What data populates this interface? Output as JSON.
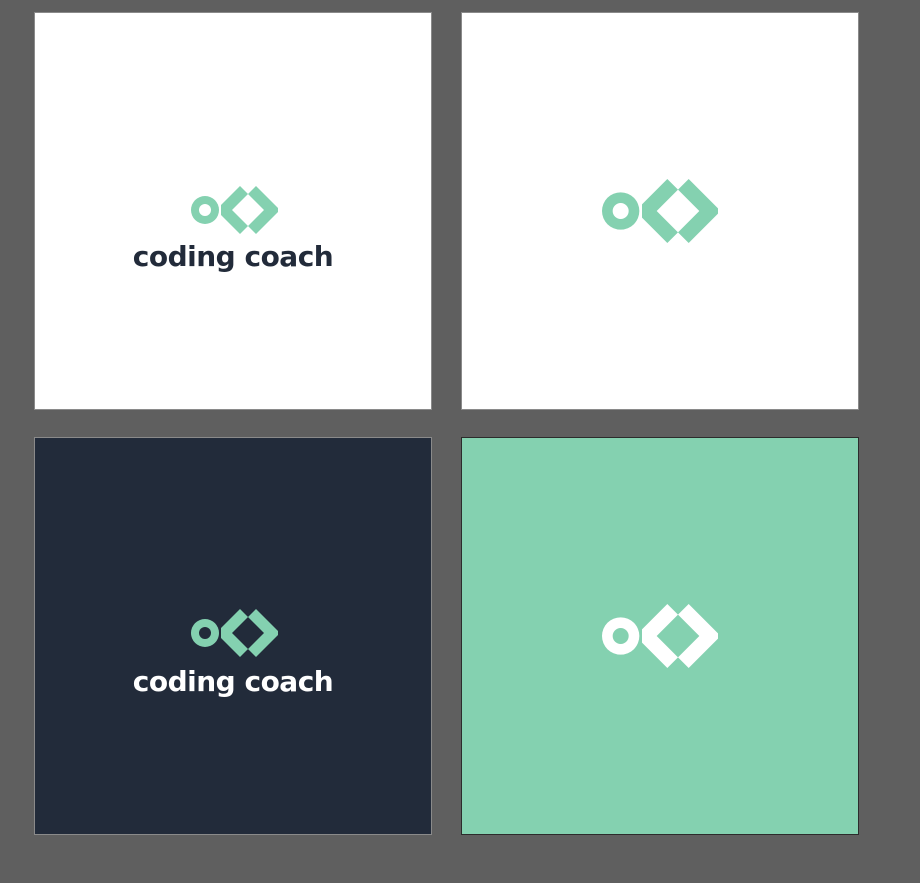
{
  "brand": {
    "wordmark": "coding coach",
    "logo_icon": "coding-coach-logo-icon"
  },
  "colors": {
    "canvas_bg": "#5f5f5f",
    "mint": "#84d1b0",
    "navy": "#222b3a",
    "white": "#ffffff"
  },
  "artboards": [
    {
      "name": "logo-with-wordmark-light",
      "background": "#ffffff",
      "mark_color": "#84d1b0",
      "text_color": "#222b3a"
    },
    {
      "name": "logo-mark-light",
      "background": "#ffffff",
      "mark_color": "#84d1b0"
    },
    {
      "name": "logo-with-wordmark-dark",
      "background": "#222b3a",
      "mark_color": "#84d1b0",
      "text_color": "#ffffff"
    },
    {
      "name": "logo-mark-mint",
      "background": "#84d1b0",
      "mark_color": "#ffffff"
    }
  ]
}
